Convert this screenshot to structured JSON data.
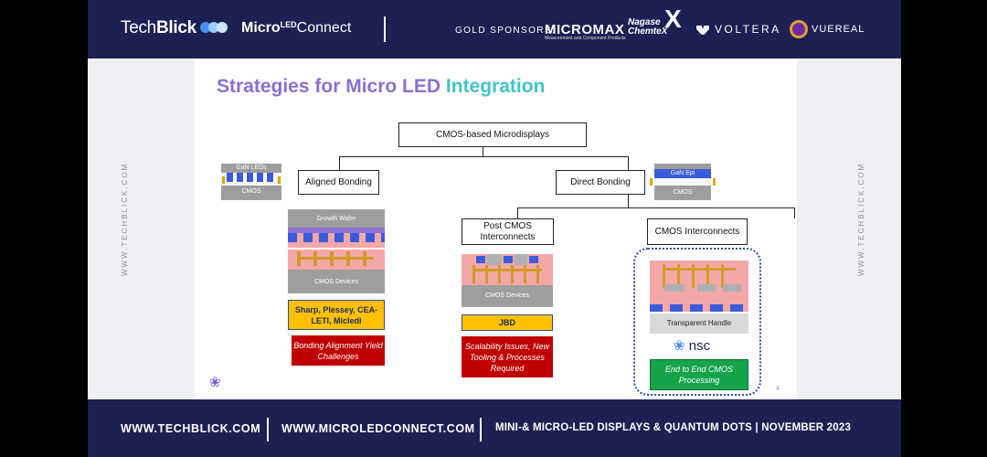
{
  "header": {
    "techblick_text_a": "Tech",
    "techblick_text_b": "Blick",
    "microled_text_a": "Micro",
    "microled_text_b": "LED",
    "microled_text_c": "Connect",
    "gold_label": "GOLD SPONSORS:",
    "sponsors": [
      "MICROMAX",
      "Nagase ChemteX",
      "VOLTERA",
      "VUEREAL"
    ],
    "micromax_sub": "Measurement and Component Products",
    "nagase_top": "Nagase",
    "nagase_bottom": "ChemteX",
    "nagase_mark": "X"
  },
  "side_url": "WWW.TECHBLICK.COM",
  "footer": {
    "items": [
      "WWW.TECHBLICK.COM",
      "WWW.MICROLEDCONNECT.COM",
      "MINI-& MICRO-LED DISPLAYS & QUANTUM DOTS | NOVEMBER 2023"
    ]
  },
  "slide": {
    "title_a": "Strategies for Micro LED",
    "title_b": "Integration",
    "root": "CMOS-based Microdisplays",
    "aligned": "Aligned Bonding",
    "direct": "Direct Bonding",
    "post_cmos": "Post CMOS Interconnects",
    "cmos_interconnects": "CMOS Interconnects",
    "gan_leds": "GaN LEDs",
    "gan_epi": "GaN Epi",
    "cmos_small": "CMOS",
    "growth_wafer": "Growth Wafer",
    "cmos_devices": "CMOS Devices",
    "transparent_handle": "Transparent Handle",
    "nsc": "nsc",
    "companies_aligned": "Sharp, Plessey, CEA-LETI, Micledi",
    "company_post": "JBD",
    "challenge_aligned": "Bonding Alignment Yield Challenges",
    "challenge_post": "Scalability Issues, New Tooling & Processes Required",
    "benefit_cmos": "End to End CMOS Processing",
    "page_number": "4"
  },
  "colors": {
    "header_bg": "#1d2052",
    "title_purple": "#8a6fd0",
    "title_teal": "#43c2c6",
    "yellow": "#ffc000",
    "red": "#c00000",
    "green": "#16a34a"
  }
}
